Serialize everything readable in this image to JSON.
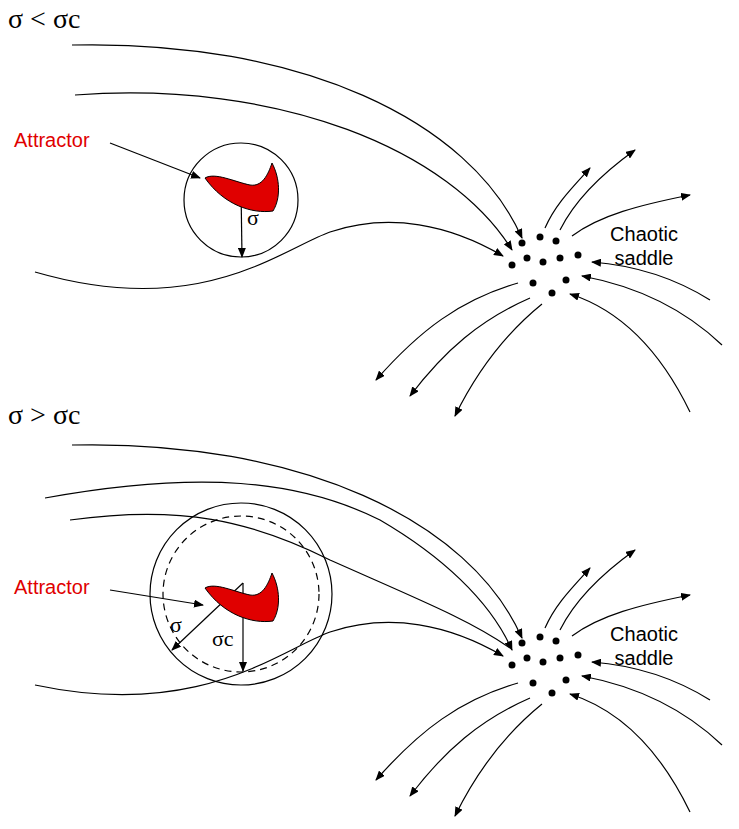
{
  "diagram": {
    "labels": [
      "σ < σc",
      "Attractor",
      "σ",
      "Chaotic saddle",
      "σ > σc",
      "Attractor",
      "σ",
      "σc",
      "Chaotic saddle"
    ]
  }
}
